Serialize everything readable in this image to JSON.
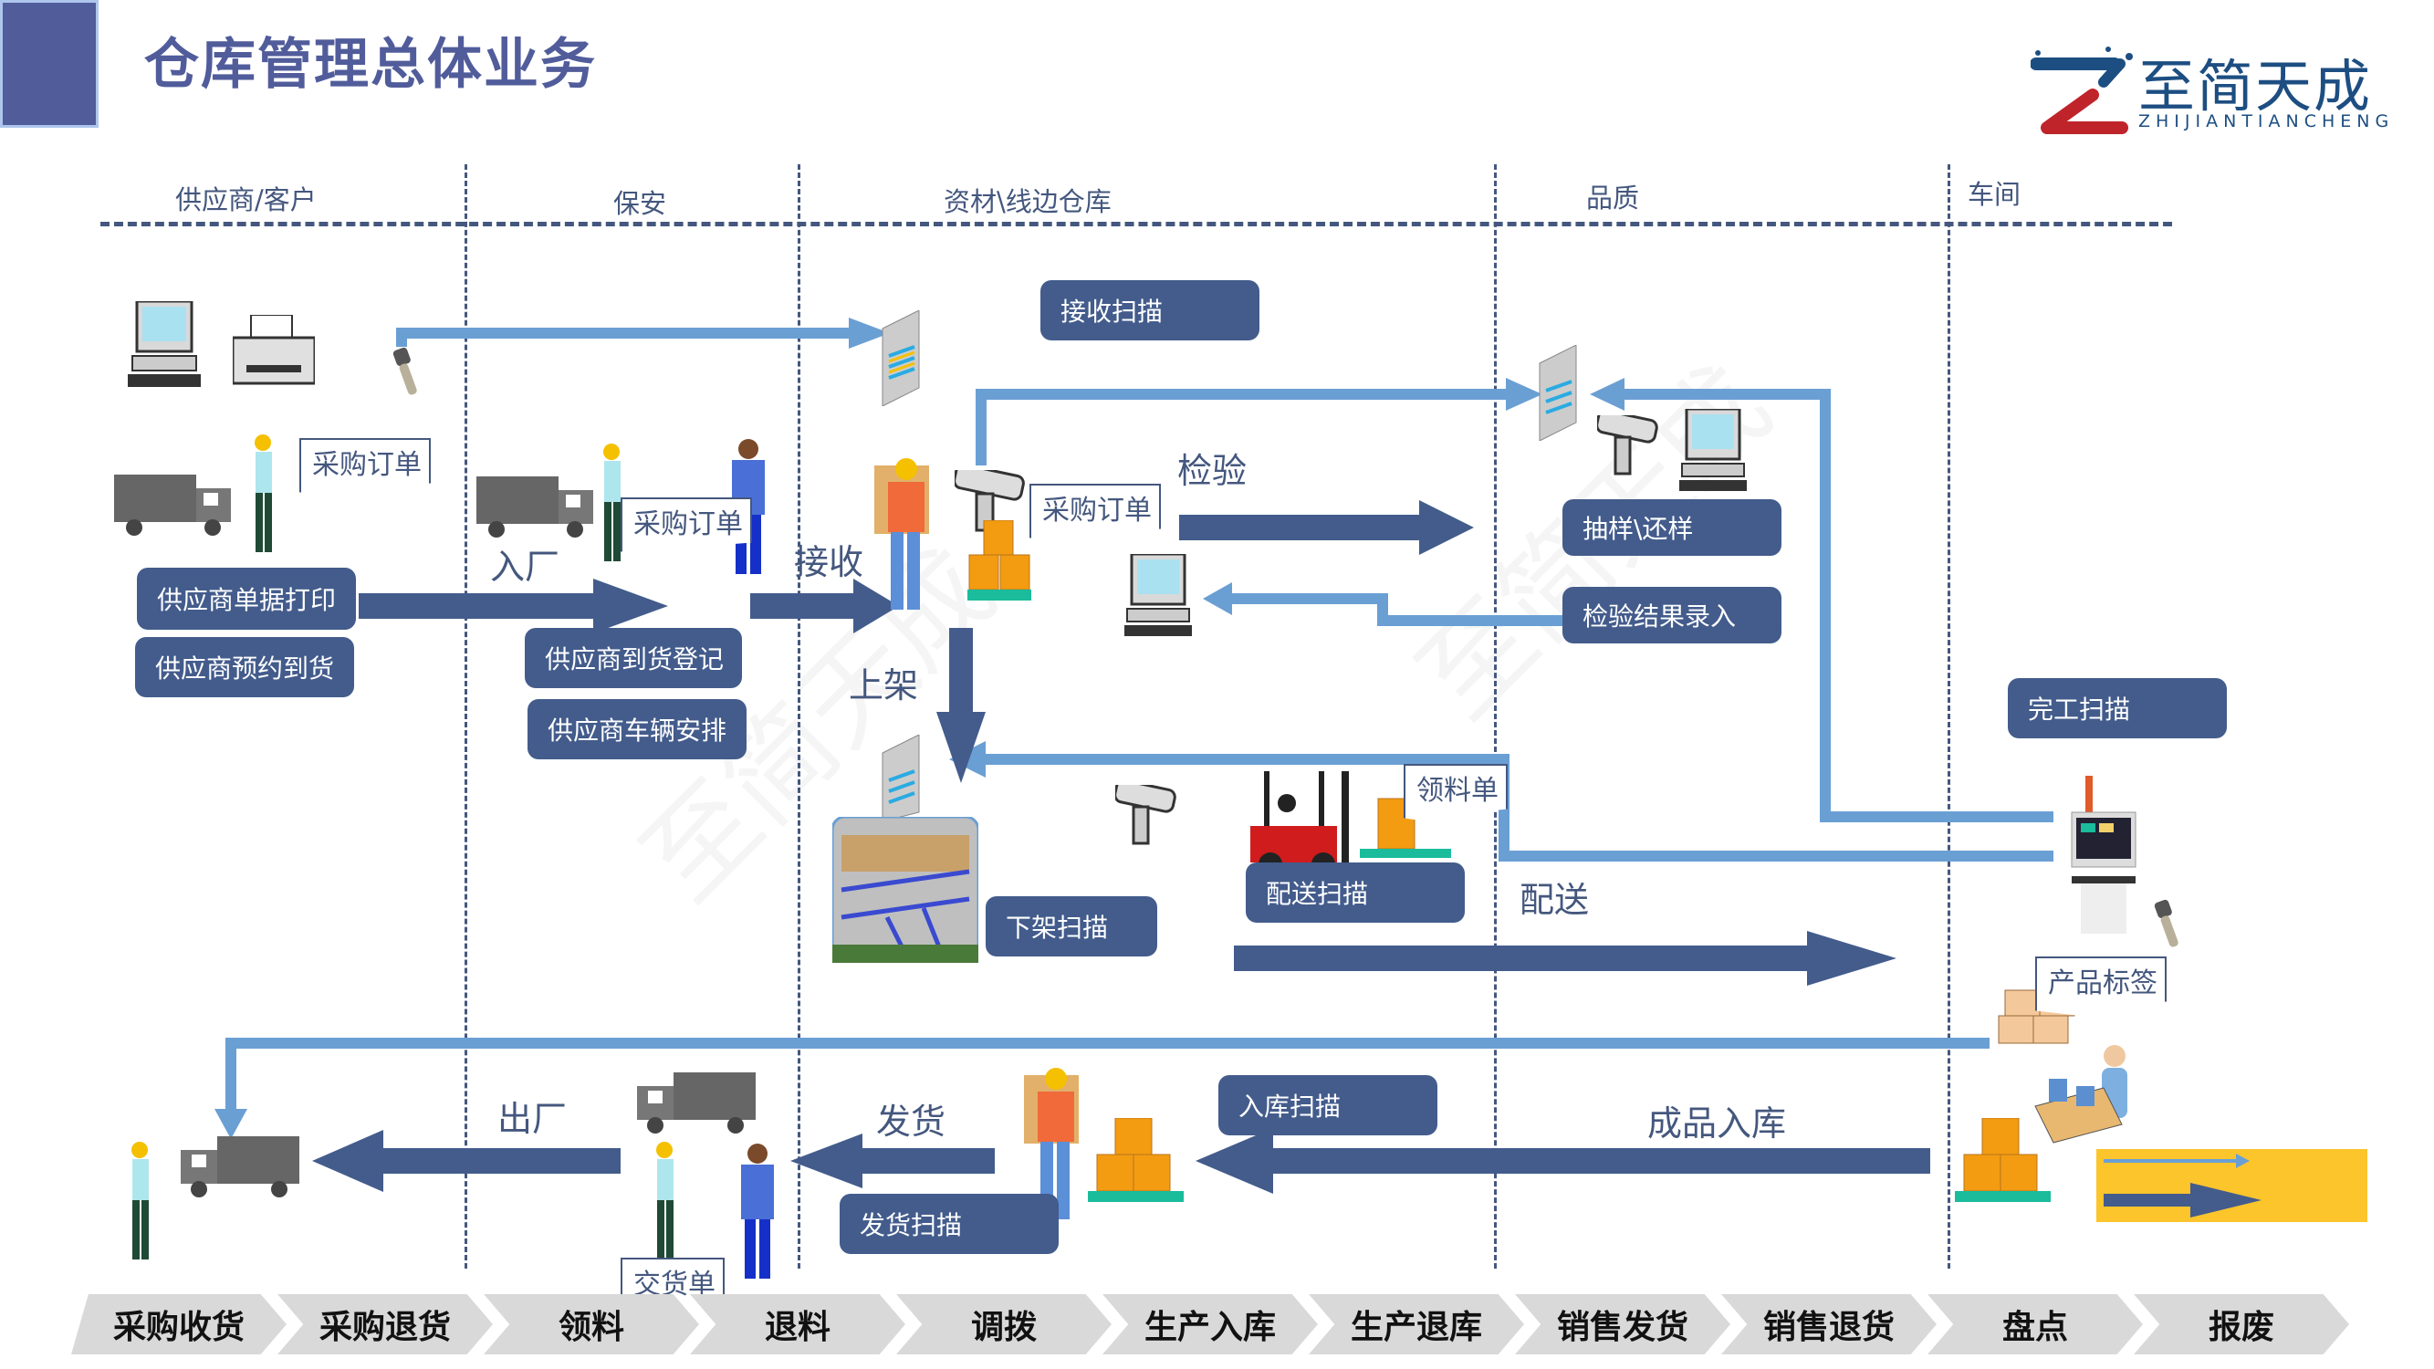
{
  "header": {
    "title": "仓库管理总体业务",
    "logo_cn": "至简天成",
    "logo_en": "ZHIJIANTIANCHENG"
  },
  "lanes": [
    "供应商/客户",
    "保安",
    "资材\\线边仓库",
    "品质",
    "车间"
  ],
  "buttons": {
    "supplier_print": "供应商单据打印",
    "supplier_reserve": "供应商预约到货",
    "arrival_register": "供应商到货登记",
    "vehicle_arrange": "供应商车辆安排",
    "receive_scan": "接收扫描",
    "sample": "抽样\\还样",
    "inspect_result": "检验结果录入",
    "finish_scan": "完工扫描",
    "unshelve_scan": "下架扫描",
    "deliver_scan": "配送扫描",
    "stockin_scan": "入库扫描",
    "ship_scan": "发货扫描"
  },
  "documents": {
    "po_1": "采购订单",
    "po_2": "采购订单",
    "po_3": "采购订单",
    "pick_list": "领料单",
    "product_label": "产品标签",
    "delivery_note": "交货单"
  },
  "flow_labels": {
    "enter_factory": "入厂",
    "receive": "接收",
    "inspect": "检验",
    "shelve": "上架",
    "deliver": "配送",
    "exit_factory": "出厂",
    "ship": "发货",
    "finished_stockin": "成品入库"
  },
  "process_tabs": [
    "采购收货",
    "采购退货",
    "领料",
    "退料",
    "调拨",
    "生产入库",
    "生产退库",
    "销售发货",
    "销售退货",
    "盘点",
    "报废"
  ],
  "colors": {
    "primary": "#435c8c",
    "light_arrow": "#6a9fd4",
    "title": "#515c9b",
    "legend_bg": "#fcc52c"
  }
}
